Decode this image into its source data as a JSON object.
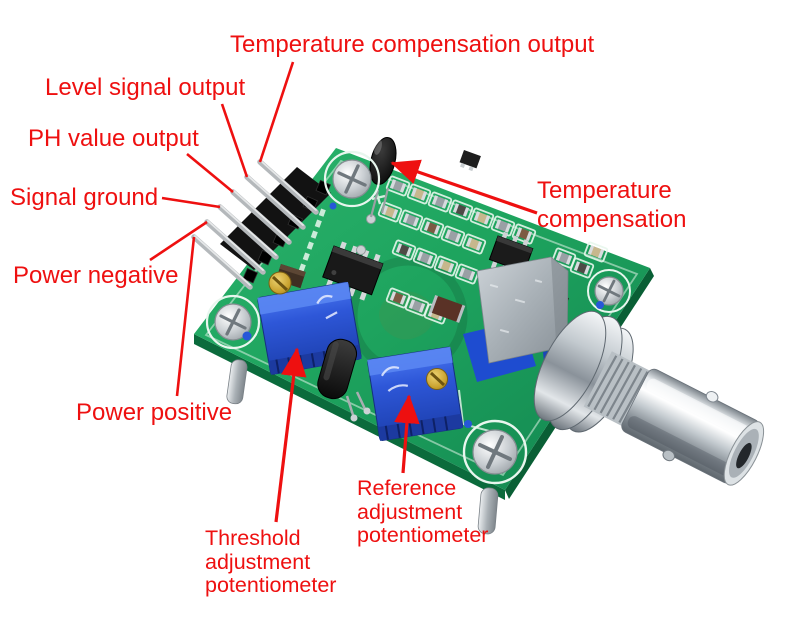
{
  "annotations": {
    "temp_comp_output": {
      "text": "Temperature compensation output"
    },
    "level_signal_output": {
      "text": "Level signal output"
    },
    "ph_value_output": {
      "text": "PH value output"
    },
    "signal_ground": {
      "text": "Signal ground"
    },
    "power_negative": {
      "text": "Power negative"
    },
    "temp_comp": {
      "line1": "Temperature",
      "line2": "compensation"
    },
    "power_positive": {
      "text": "Power positive"
    },
    "threshold_pot": {
      "line1": "Threshold",
      "line2": "adjustment",
      "line3": "potentiometer"
    },
    "reference_pot": {
      "line1": "Reference",
      "line2": "adjustment",
      "line3": "potentiometer"
    }
  },
  "colors": {
    "annotation_red": "#ee1010",
    "pcb_green": "#1ea45e",
    "pcb_edge_green": "#0b6b3c",
    "potentiometer_blue": "#2b55d4",
    "brass_gold": "#c9a22e",
    "header_black": "#121212",
    "chrome_silver": "#d6dbdf",
    "background": "#ffffff"
  }
}
